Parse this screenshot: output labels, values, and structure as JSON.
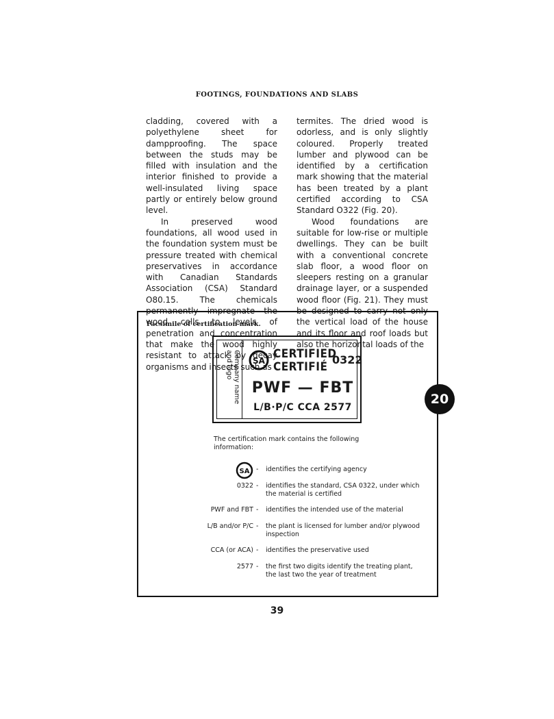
{
  "running_head": "FOOTINGS, FOUNDATIONS AND SLABS",
  "left_column": {
    "p1": "cladding, covered with a polyethylene sheet for dampproofing. The space between the studs may be filled with insulation and the interior finished to provide a well-insulated living space partly or entirely below ground level.",
    "p2": "In preserved wood foundations, all wood used in the foundation system must be pressure treated with chemical preservatives in accordance with Canadian Standards Association (CSA) Standard O80.15. The chemicals permanently impregnate the wood cells to levels of penetration and concentration that make the wood highly resistant to attack by decay organisms and insects such as"
  },
  "right_column": {
    "p1": "termites. The dried wood is odorless, and is only slightly coloured. Properly treated lumber and plywood can be identified by a certification mark showing that the material has been treated by a plant certified according to CSA Standard O322 (Fig. 20).",
    "p2": "Wood foundations are suitable for low-rise or multiple dwellings. They can be built with a conventional concrete slab floor, a wood floor on sleepers resting on a granular drainage layer, or a suspended wood floor (Fig. 21). They must be designed to carry not only the vertical load of the house and its floor and roof loads but also the horizontal loads of the"
  },
  "figure": {
    "caption": "Facsimile of certification mark.",
    "mark": {
      "company_text": "Company name and logo",
      "logo_text": "SA",
      "certified": "CERTIFIED",
      "certifie": "CERTIFIÉ",
      "number": "0322",
      "use": "PWF — FBT",
      "codes": "L/B·P/C CCA 2577"
    },
    "intro": "The certification mark contains the following information:",
    "legend": [
      {
        "term": "",
        "def": "identifies the certifying agency"
      },
      {
        "term": "0322",
        "def": "identifies the standard, CSA 0322, under which the material is certified"
      },
      {
        "term": "PWF and FBT",
        "def": "identifies the intended use of the material"
      },
      {
        "term": "L/B and/or P/C",
        "def": "the plant is licensed for lumber and/or plywood inspection"
      },
      {
        "term": "CCA (or ACA)",
        "def": "identifies the preservative used"
      },
      {
        "term": "2577",
        "def": "the first two digits identify the treating plant, the last two the year of treatment"
      }
    ],
    "dash": "-"
  },
  "chapter_tab": "20",
  "page_number": "39"
}
